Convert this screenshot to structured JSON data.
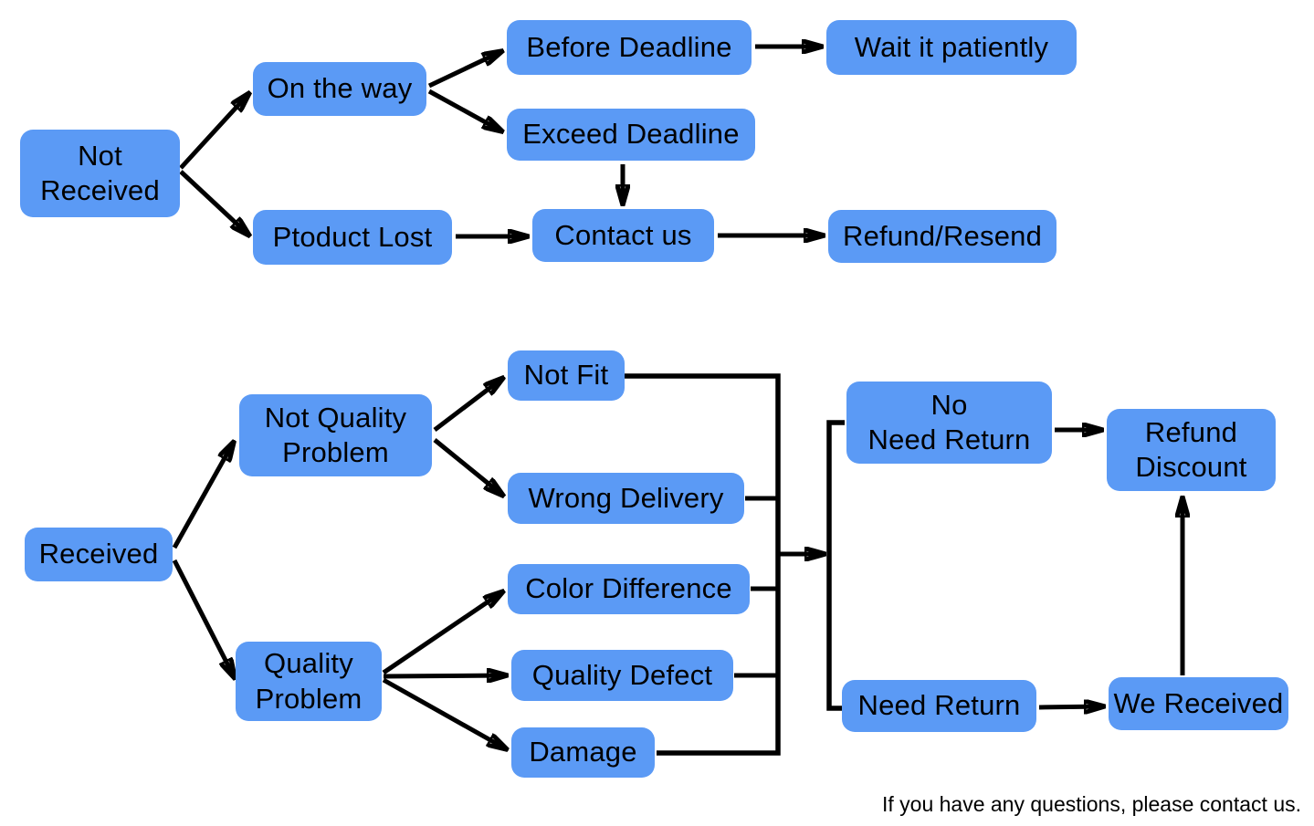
{
  "diagram": {
    "type": "flowchart",
    "background": "#ffffff"
  },
  "colors": {
    "node_fill": "#5b9af5",
    "line": "#000000",
    "text": "#000000",
    "background": "#ffffff"
  },
  "nodes": [
    {
      "id": "not-received",
      "label": "Not\nReceived"
    },
    {
      "id": "on-the-way",
      "label": "On the way"
    },
    {
      "id": "before-deadline",
      "label": "Before Deadline"
    },
    {
      "id": "wait-it-patiently",
      "label": "Wait it patiently"
    },
    {
      "id": "exceed-deadline",
      "label": "Exceed Deadline"
    },
    {
      "id": "ptoduct-lost",
      "label": "Ptoduct Lost"
    },
    {
      "id": "contact-us",
      "label": "Contact us"
    },
    {
      "id": "refund-resend",
      "label": "Refund/Resend"
    },
    {
      "id": "received",
      "label": "Received"
    },
    {
      "id": "not-quality-problem",
      "label": "Not Quality\nProblem"
    },
    {
      "id": "not-fit",
      "label": "Not Fit"
    },
    {
      "id": "wrong-delivery",
      "label": "Wrong Delivery"
    },
    {
      "id": "color-difference",
      "label": "Color Difference"
    },
    {
      "id": "quality-defect",
      "label": "Quality Defect"
    },
    {
      "id": "damage",
      "label": "Damage"
    },
    {
      "id": "quality-problem",
      "label": "Quality\nProblem"
    },
    {
      "id": "no-need-return",
      "label": "No\nNeed Return"
    },
    {
      "id": "refund-discount",
      "label": "Refund\nDiscount"
    },
    {
      "id": "need-return",
      "label": "Need Return"
    },
    {
      "id": "we-received",
      "label": "We Received"
    }
  ],
  "edges": [
    {
      "from": "Not Received",
      "to": "On the way",
      "type": "arrow"
    },
    {
      "from": "Not Received",
      "to": "Ptoduct Lost",
      "type": "arrow"
    },
    {
      "from": "On the way",
      "to": "Before Deadline",
      "type": "arrow"
    },
    {
      "from": "On the way",
      "to": "Exceed Deadline",
      "type": "arrow"
    },
    {
      "from": "Before Deadline",
      "to": "Wait it patiently",
      "type": "arrow"
    },
    {
      "from": "Exceed Deadline",
      "to": "Contact us",
      "type": "arrow"
    },
    {
      "from": "Ptoduct Lost",
      "to": "Contact us",
      "type": "arrow"
    },
    {
      "from": "Contact us",
      "to": "Refund/Resend",
      "type": "arrow"
    },
    {
      "from": "Received",
      "to": "Not Quality Problem",
      "type": "arrow"
    },
    {
      "from": "Received",
      "to": "Quality Problem",
      "type": "arrow"
    },
    {
      "from": "Not Quality Problem",
      "to": "Not Fit",
      "type": "arrow"
    },
    {
      "from": "Not Quality Problem",
      "to": "Wrong Delivery",
      "type": "arrow"
    },
    {
      "from": "Quality Problem",
      "to": "Color Difference",
      "type": "arrow"
    },
    {
      "from": "Quality Problem",
      "to": "Quality Defect",
      "type": "arrow"
    },
    {
      "from": "Quality Problem",
      "to": "Damage",
      "type": "arrow"
    },
    {
      "from": "Not Fit",
      "to": "return-decision-bus",
      "type": "line"
    },
    {
      "from": "Wrong Delivery",
      "to": "return-decision-bus",
      "type": "line"
    },
    {
      "from": "Color Difference",
      "to": "return-decision-bus",
      "type": "line"
    },
    {
      "from": "Quality Defect",
      "to": "return-decision-bus",
      "type": "line"
    },
    {
      "from": "Damage",
      "to": "return-decision-bus",
      "type": "line"
    },
    {
      "from": "return-decision-bus",
      "to": "No Need Return",
      "type": "arrow-branch"
    },
    {
      "from": "return-decision-bus",
      "to": "Need Return",
      "type": "arrow-branch"
    },
    {
      "from": "No Need Return",
      "to": "Refund Discount",
      "type": "arrow"
    },
    {
      "from": "Need Return",
      "to": "We Received",
      "type": "arrow"
    },
    {
      "from": "We Received",
      "to": "Refund Discount",
      "type": "arrow"
    }
  ],
  "footer": {
    "text": "If you have any questions, please contact us."
  }
}
